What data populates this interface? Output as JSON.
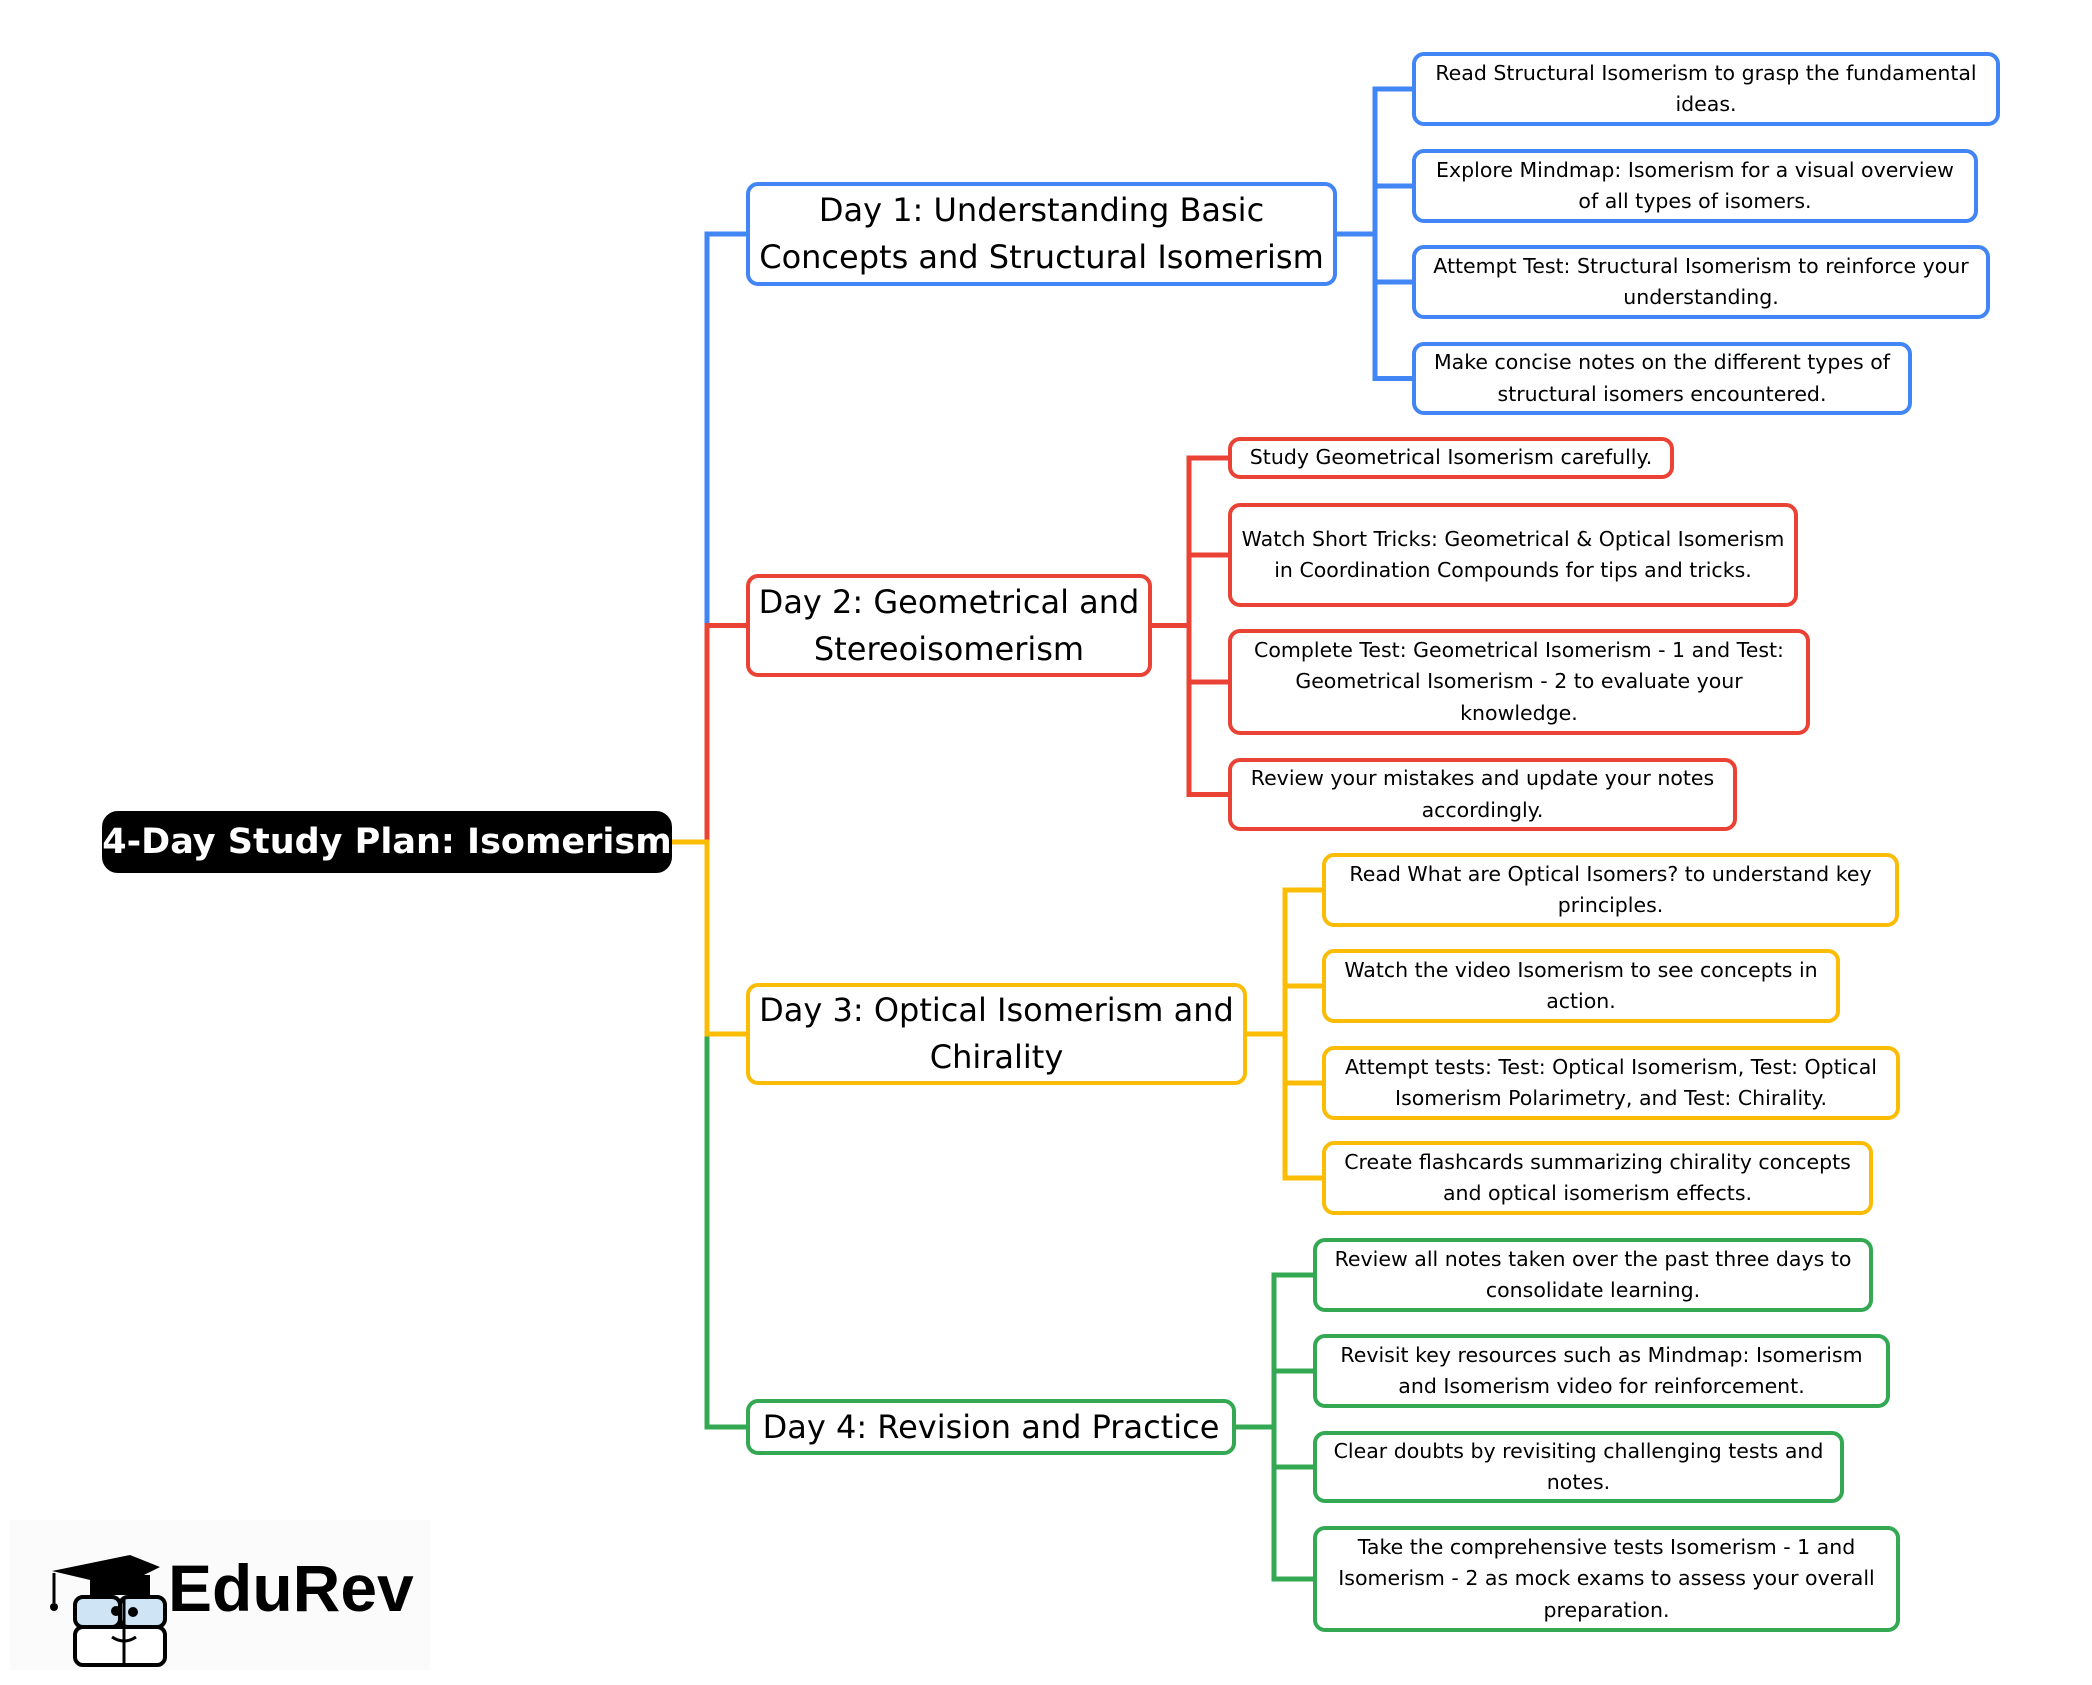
{
  "root": {
    "title": "4-Day Study Plan: Isomerism"
  },
  "colors": {
    "day1": "#4285f4",
    "day2": "#ea4335",
    "day3": "#fbbc05",
    "day4": "#34a853"
  },
  "days": [
    {
      "title": "Day 1: Understanding Basic Concepts and Structural Isomerism",
      "tasks": [
        "Read Structural Isomerism to grasp the fundamental ideas.",
        "Explore Mindmap: Isomerism for a visual overview of all types of isomers.",
        "Attempt Test: Structural Isomerism to reinforce your understanding.",
        "Make concise notes on the different types of structural isomers encountered."
      ]
    },
    {
      "title": "Day 2: Geometrical and Stereoisomerism",
      "tasks": [
        "Study Geometrical Isomerism carefully.",
        "Watch Short Tricks: Geometrical & Optical Isomerism in Coordination Compounds for tips and tricks.",
        "Complete Test: Geometrical Isomerism - 1 and Test: Geometrical Isomerism - 2 to evaluate your knowledge.",
        "Review your mistakes and update your notes accordingly."
      ]
    },
    {
      "title": "Day 3: Optical Isomerism and Chirality",
      "tasks": [
        "Read What are Optical Isomers? to understand key principles.",
        "Watch the video Isomerism to see concepts in action.",
        "Attempt tests: Test: Optical Isomerism, Test: Optical Isomerism Polarimetry, and Test: Chirality.",
        "Create flashcards summarizing chirality concepts and optical isomerism effects."
      ]
    },
    {
      "title": "Day 4: Revision and Practice",
      "tasks": [
        "Review all notes taken over the past three days to consolidate learning.",
        "Revisit key resources such as Mindmap: Isomerism and Isomerism video for reinforcement.",
        "Clear doubts by revisiting challenging tests and notes.",
        "Take the comprehensive tests Isomerism - 1 and Isomerism - 2 as mock exams to assess your overall preparation."
      ]
    }
  ],
  "logo": {
    "brand": "EduRev"
  }
}
